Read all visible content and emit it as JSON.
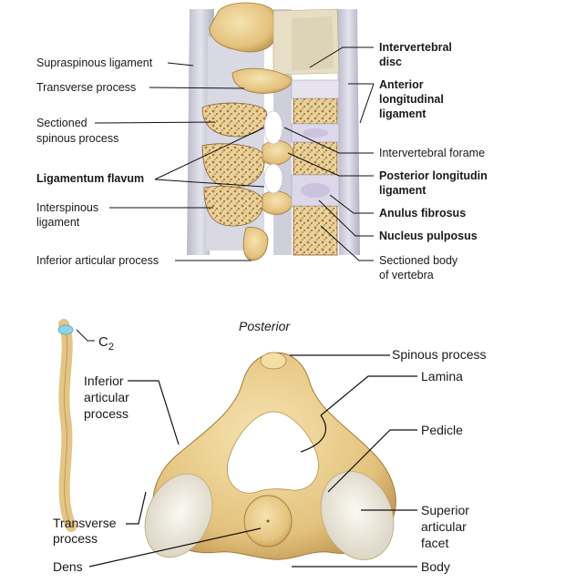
{
  "top": {
    "left_labels": {
      "supraspinous": "Supraspinous ligament",
      "transverse": "Transverse process",
      "sectioned_spinous_1": "Sectioned",
      "sectioned_spinous_2": "spinous process",
      "ligamentum_flavum": "Ligamentum flavum",
      "interspinous_1": "Interspinous",
      "interspinous_2": "ligament",
      "inferior_articular": "Inferior articular process"
    },
    "right_labels": {
      "intervertebral_disc_1": "Intervertebral",
      "intervertebral_disc_2": "disc",
      "anterior_long_1": "Anterior",
      "anterior_long_2": "longitudinal",
      "anterior_long_3": "ligament",
      "intervertebral_foramen": "Intervertebral forame",
      "posterior_long_1": "Posterior longitudin",
      "posterior_long_2": "ligament",
      "anulus": "Anulus fibrosus",
      "nucleus": "Nucleus pulposus",
      "sectioned_body_1": "Sectioned body",
      "sectioned_body_2": "of vertebra"
    }
  },
  "bottom": {
    "posterior": "Posterior",
    "c2_prefix": "C",
    "c2_sub": "2",
    "left_labels": {
      "inferior_articular_1": "Inferior",
      "inferior_articular_2": "articular",
      "inferior_articular_3": "process",
      "transverse_1": "Transverse",
      "transverse_2": "process",
      "dens": "Dens"
    },
    "right_labels": {
      "spinous": "Spinous process",
      "lamina": "Lamina",
      "pedicle": "Pedicle",
      "superior_articular_1": "Superior",
      "superior_articular_2": "articular",
      "superior_articular_3": "facet",
      "body": "Body"
    }
  },
  "colors": {
    "bone": "#e8cf8f",
    "bone_dark": "#c9a45a",
    "spongy": "#b98a4c",
    "ligament": "#c7c7d3",
    "disc": "#d9d6e6",
    "cartilage": "#f2ede0"
  }
}
